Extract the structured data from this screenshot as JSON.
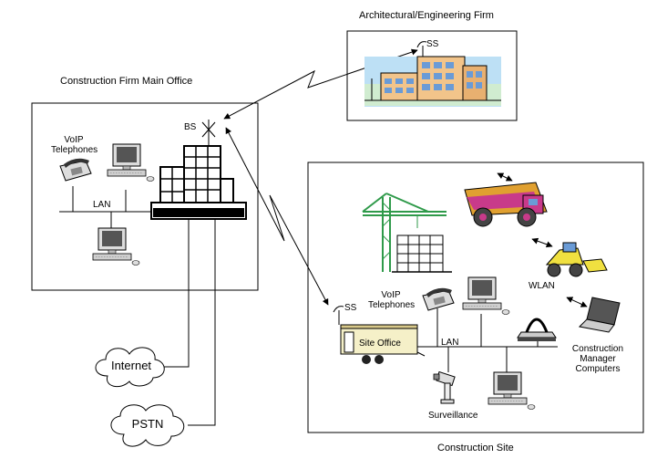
{
  "titles": {
    "arch_firm": "Architectural/Engineering Firm",
    "main_office": "Construction Firm Main Office",
    "site": "Construction Site"
  },
  "labels": {
    "ss_arch": "SS",
    "bs": "BS",
    "voip_office_1": "VoIP",
    "voip_office_2": "Telephones",
    "lan_office": "LAN",
    "ss_site": "SS",
    "voip_site_1": "VoIP",
    "voip_site_2": "Telephones",
    "wlan": "WLAN",
    "site_office": "Site Office",
    "lan_site": "LAN",
    "cm_1": "Construction",
    "cm_2": "Manager",
    "cm_3": "Computers",
    "surveillance": "Surveillance",
    "internet": "Internet",
    "pstn": "PSTN"
  },
  "colors": {
    "line": "#000000",
    "building_wall": "#f2c48a",
    "building_window": "#6a9bd6",
    "sky": "#bde0f5",
    "crane": "#2f9a4a",
    "truck": "#c83a8a",
    "truck_bed": "#e0a030",
    "loader": "#f0e040",
    "monitor": "#555555",
    "trailer": "#f5f0c8"
  },
  "icons": [
    "building-icon",
    "antenna-icon",
    "phone-icon",
    "computer-icon",
    "laptop-icon",
    "router-icon",
    "camera-icon",
    "crane-icon",
    "dump-truck-icon",
    "loader-icon",
    "trailer-icon",
    "cloud-icon"
  ]
}
